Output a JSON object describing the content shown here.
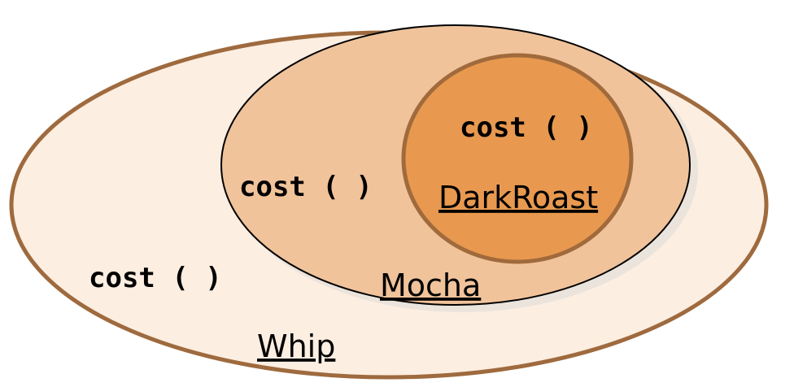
{
  "diagram": {
    "layers": [
      {
        "id": "whip",
        "class_name": "Whip",
        "method": "cost ( )",
        "fill": "#FCEEE1",
        "stroke": "#9E6A3E"
      },
      {
        "id": "mocha",
        "class_name": "Mocha",
        "method": "cost ( )",
        "fill": "#F0C39B",
        "stroke": "#000000"
      },
      {
        "id": "darkroast",
        "class_name": "DarkRoast",
        "method": "cost ( )",
        "fill": "#E8994F",
        "stroke": "#A06A3C"
      }
    ]
  }
}
